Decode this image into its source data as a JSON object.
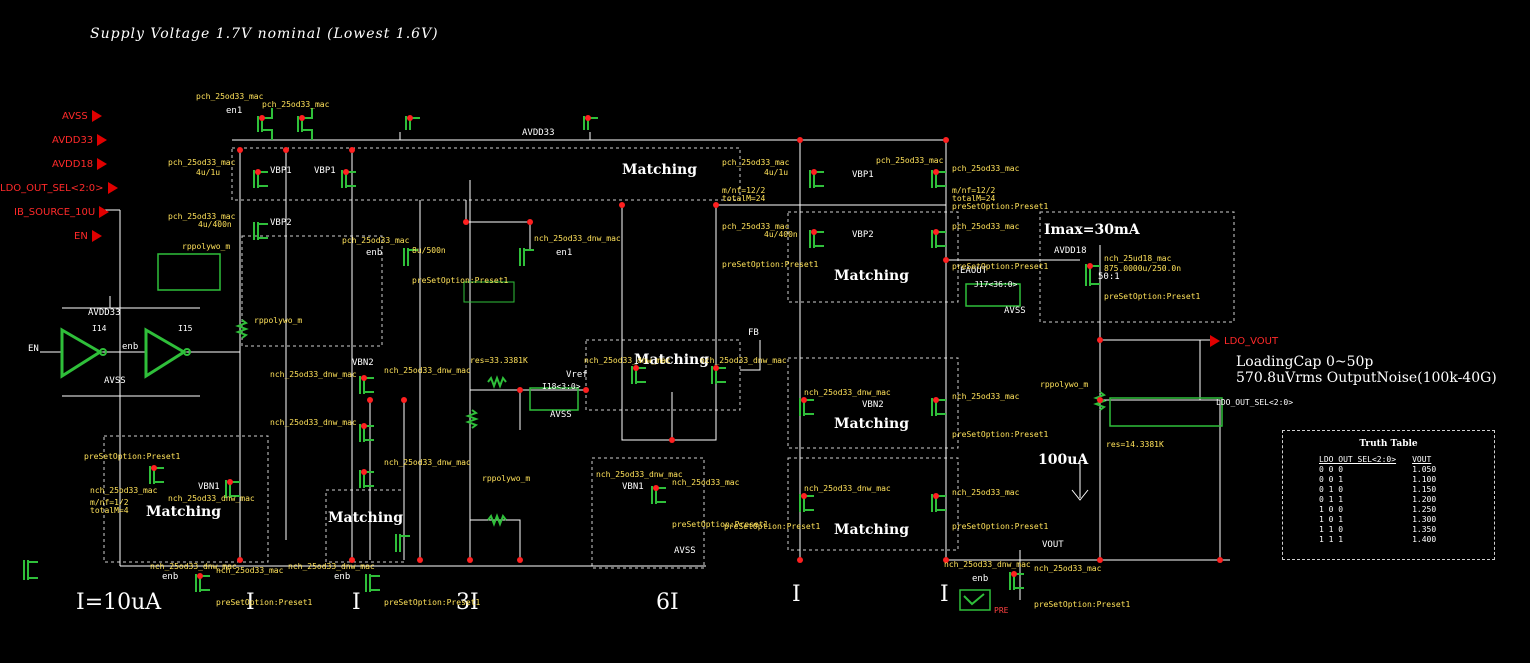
{
  "schematic": {
    "title": "Supply Voltage 1.7V nominal  (Lowest 1.6V)",
    "pins": [
      {
        "label": "AVSS"
      },
      {
        "label": "AVDD33"
      },
      {
        "label": "AVDD18"
      },
      {
        "label": "LDO_OUT_SEL<2:0>"
      },
      {
        "label": "IB_SOURCE_10U"
      },
      {
        "label": "EN"
      }
    ],
    "output_pin": "LDO_VOUT",
    "annotations": {
      "imax": "Imax=30mA",
      "loading_cap": "LoadingCap 0~50p",
      "output_noise": "570.8uVrms OutputNoise(100k-40G)",
      "load_current": "100uA",
      "bias_current": "I=10uA",
      "current_i": "I",
      "current_3i": "3I",
      "current_6i": "6I",
      "matching": "Matching"
    },
    "nets": {
      "avdd33": "AVDD33",
      "avss": "AVSS",
      "vbp1": "VBP1",
      "vbp2": "VBP2",
      "vbn1": "VBN1",
      "vbn2": "VBN2",
      "vref": "Vref",
      "fb": "FB",
      "eaout": "EAOUT",
      "en": "EN",
      "enb": "enb",
      "en1": "en1",
      "avdd18": "AVDD18",
      "vout": "VOUT",
      "sel_bus": "LDO_OUT_SEL<2:0>"
    },
    "instances": {
      "inv1": "I14",
      "inv2": "I15",
      "mux": "I18<3:0>",
      "res_bank": "J17<36:0>",
      "pmos_hv": "pch_25od33_mac",
      "nmos_hv": "nch_25od33_mac",
      "nmos_dnw": "nch_25od33_dnw_mac",
      "nmos_18": "nch_25ud18_mac",
      "res_model": "rppolywo_m",
      "preset": "preSetOption:Preset1",
      "size_4u1u": "4u/1u",
      "size_4u400n": "4u/400n",
      "mnf_1_2": "m/nf=1/2",
      "totalm_4": "totalM=4",
      "res_val": "res=33.3381K",
      "res_val2": "res=14.3381K",
      "size_8u500n": "8u/500n",
      "mnf_12_2": "m/nf=12/2",
      "totalm_24": "totalM=24",
      "m31_size": "875.0000u/250.0n",
      "ratio": "50:1",
      "pmos_mm": "PRE"
    },
    "truth_table": {
      "title": "Truth Table",
      "headers": [
        "LDO_OUT_SEL<2:0>",
        "VOUT"
      ],
      "rows": [
        [
          "0 0 0",
          "1.050"
        ],
        [
          "0 0 1",
          "1.100"
        ],
        [
          "0 1 0",
          "1.150"
        ],
        [
          "0 1 1",
          "1.200"
        ],
        [
          "1 0 0",
          "1.250"
        ],
        [
          "1 0 1",
          "1.300"
        ],
        [
          "1 1 0",
          "1.350"
        ],
        [
          "1 1 1",
          "1.400"
        ]
      ]
    },
    "colors": {
      "wire": "#ffffff",
      "device": "#2fbf3a",
      "pin": "#e00000",
      "label": "#ffe25a",
      "dashed_box": "#cfcfcf"
    }
  }
}
